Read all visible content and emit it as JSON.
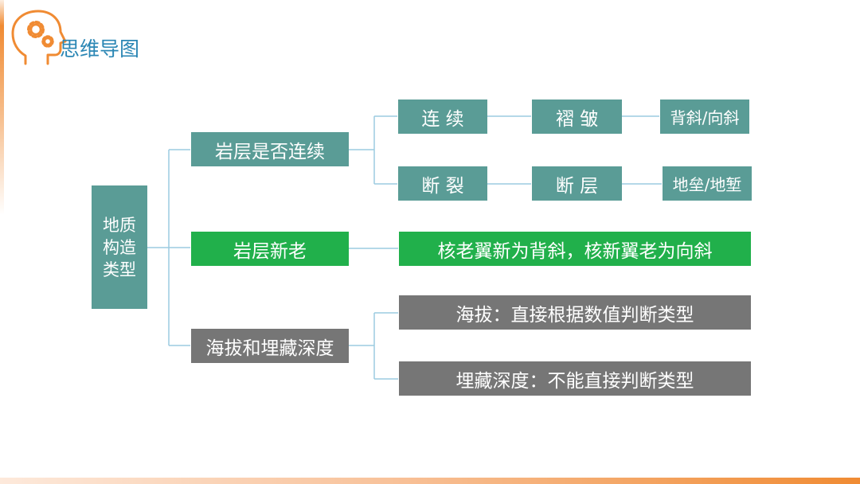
{
  "header": {
    "title": "思维导图",
    "logo_icon": "head-gears-icon"
  },
  "theme": {
    "teal": "#5a9c96",
    "green": "#21b04b",
    "gray": "#767676",
    "connector": "#9ccbe0",
    "title": "#2a86b4",
    "accent": "#f08b33"
  },
  "mindmap": {
    "root": {
      "lines": [
        "地质",
        "构造",
        "类型"
      ]
    },
    "continuity": {
      "label": "岩层是否连续",
      "continuous": {
        "label": "连 续",
        "structure": "褶 皱",
        "types": "背斜/向斜"
      },
      "fractured": {
        "label": "断 裂",
        "structure": "断 层",
        "types": "地垒/地堑"
      }
    },
    "strata_age": {
      "label": "岩层新老",
      "rule": "核老翼新为背斜，核新翼老为向斜"
    },
    "elevation_depth": {
      "label": "海拔和埋藏深度",
      "elevation_rule": "海拔：直接根据数值判断类型",
      "depth_rule": "埋藏深度：不能直接判断类型"
    }
  }
}
